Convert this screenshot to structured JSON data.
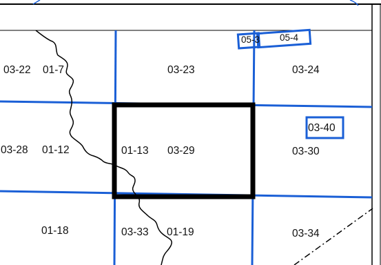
{
  "map": {
    "colors": {
      "grid": "#1a5fd6",
      "selection": "#000000",
      "boundary": "#000000",
      "frame": "#000000",
      "background": "#ffffff"
    },
    "labels": {
      "g0322": "03-22",
      "g0117": "01-7",
      "g0323": "03-23",
      "g0324": "03-24",
      "g0328": "03-28",
      "g0112": "01-12",
      "g0113": "01-13",
      "g0329": "03-29",
      "g0330": "03-30",
      "g0340": "03-40",
      "g0118": "01-18",
      "g0333": "03-33",
      "g0119": "01-19",
      "g0334": "03-34",
      "g053": "05-3",
      "g054": "05-4"
    }
  }
}
